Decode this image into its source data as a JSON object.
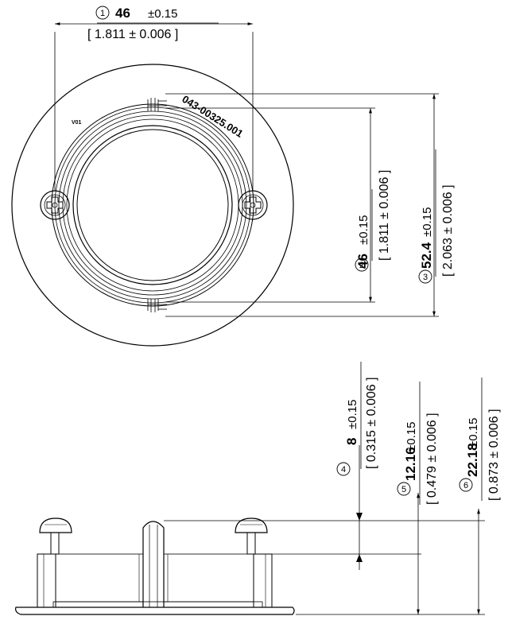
{
  "drawing": {
    "part_number": "043-00325.001",
    "version": "V01"
  },
  "dimensions": [
    {
      "id": "1",
      "value": "46",
      "tolerance": "±0.15",
      "inch": "[ 1.811 ± 0.006 ]"
    },
    {
      "id": "2",
      "value": "46",
      "tolerance": "±0.15",
      "inch": "[ 1.811 ± 0.006 ]"
    },
    {
      "id": "3",
      "value": "52.4",
      "tolerance": "±0.15",
      "inch": "[ 2.063 ± 0.006 ]"
    },
    {
      "id": "4",
      "value": "8",
      "tolerance": "±0.15",
      "inch": "[ 0.315 ± 0.006 ]"
    },
    {
      "id": "5",
      "value": "12.16",
      "tolerance": "±0.15",
      "inch": "[ 0.479 ± 0.006 ]"
    },
    {
      "id": "6",
      "value": "22.18",
      "tolerance": "±0.15",
      "inch": "[ 0.873 ± 0.006 ]"
    }
  ]
}
